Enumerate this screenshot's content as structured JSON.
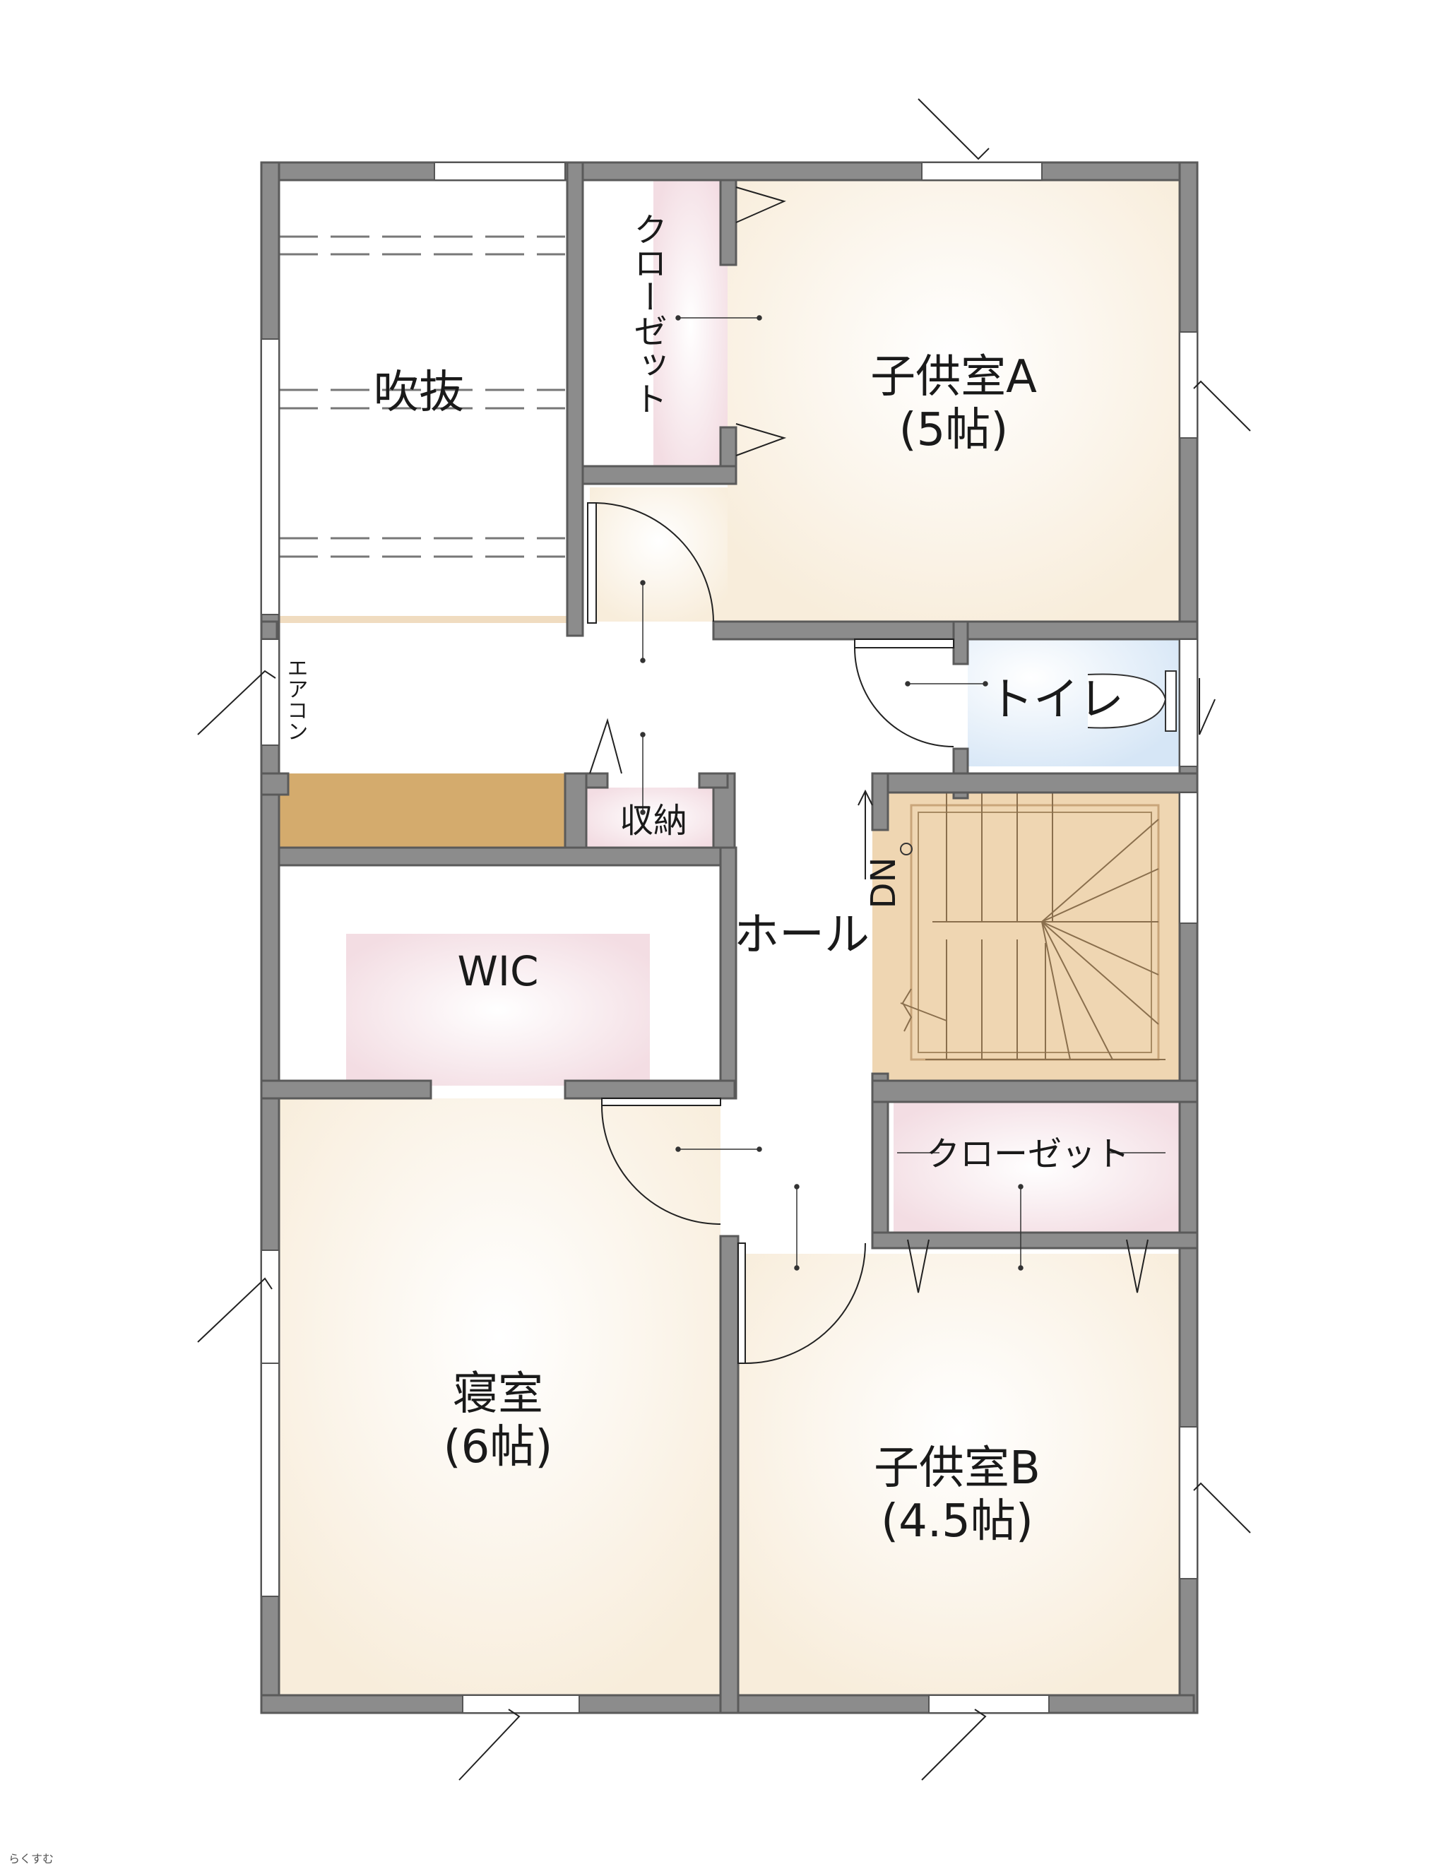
{
  "rooms": {
    "fukinuke": "吹抜",
    "closet_a": "クローゼット",
    "kids_a_name": "子供室A",
    "kids_a_size": "(5帖)",
    "aircon": "エアコン",
    "toilet": "トイレ",
    "storage": "収納",
    "hall": "ホール",
    "down": "DN",
    "wic": "WIC",
    "closet_b": "クローゼット",
    "bedroom_name": "寝室",
    "bedroom_size": "(6帖)",
    "kids_b_name": "子供室B",
    "kids_b_size": "(4.5帖)"
  },
  "brand": "らくすむ",
  "colors": {
    "wall": "#8c8c8c",
    "wall_edge": "#5a5a5a",
    "floor_warm": "#fbf1de",
    "floor_pink": "#f7e6ea",
    "floor_blue": "#dfeaf6",
    "stairs": "#efd7b4",
    "bench": "#d2aa6e"
  }
}
